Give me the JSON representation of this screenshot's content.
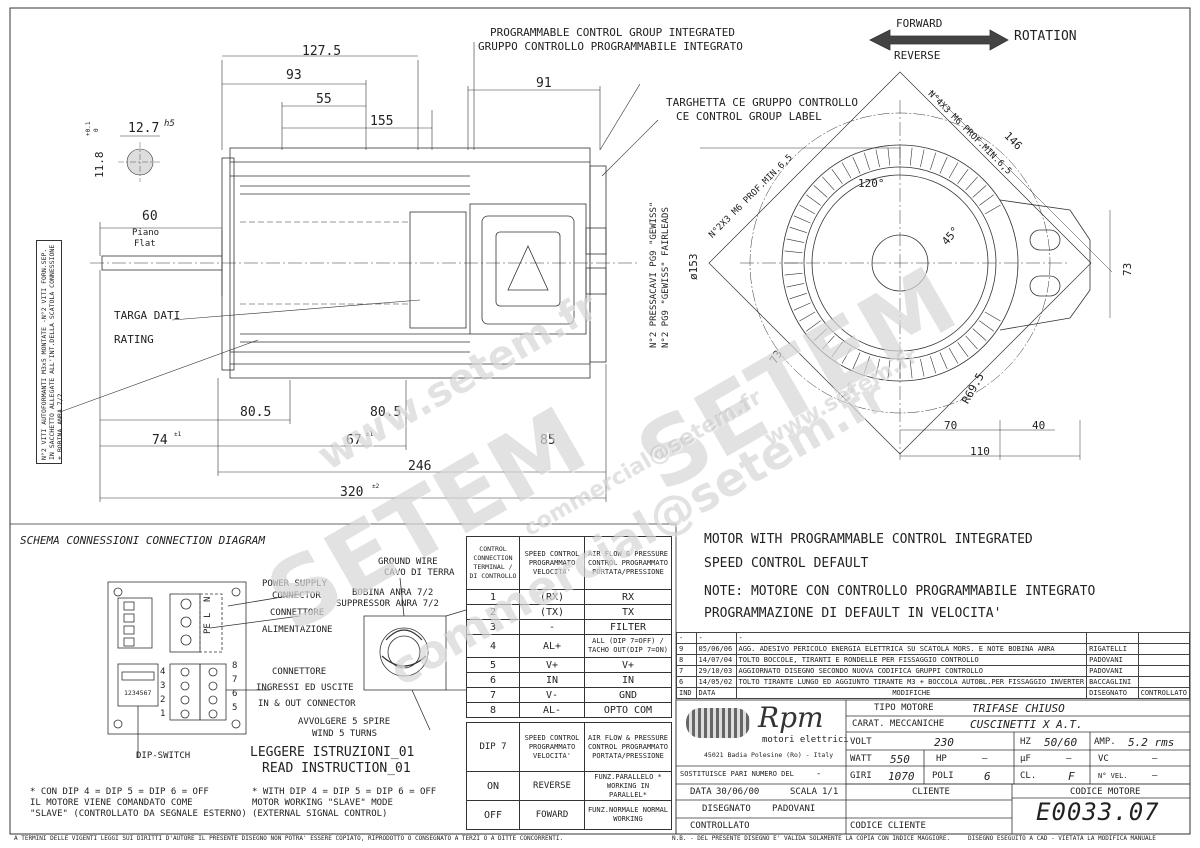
{
  "drawing": {
    "prog_group_en": "PROGRAMMABLE CONTROL GROUP INTEGRATED",
    "prog_group_it": "GRUPPO CONTROLLO PROGRAMMABILE INTEGRATO",
    "forward": "FORWARD",
    "reverse": "REVERSE",
    "rotation": "ROTATION",
    "label_it": "TARGHETTA CE GRUPPO CONTROLLO",
    "label_en": "CE CONTROL GROUP LABEL",
    "targa": "TARGA DATI",
    "rating": "RATING",
    "piano": "Piano",
    "flat": "Flat",
    "fairleads_it": "N°2 PRESSACAVI PG9 \"GEWISS\"",
    "fairleads_en": "N°2 PG9 \"GEWISS\" FAIRLEADS",
    "holes_top": "N°4X3 M6 PROF.MIN.6,5",
    "holes_left": "N°2X3 M6 PROF.MIN.6,5",
    "side_note": "N°2 VITI AUTOFORMANTI M3x5 MONTATE -N°2 VITI FORN.SEP. IN SACCHETTO ALLEGATE ALL'INT.DELLA SCATOLA CONNESSIONE + BOBINA ANRA 7/2",
    "dims": {
      "d127": "127.5",
      "d93": "93",
      "d55": "55",
      "d155": "155",
      "d91": "91",
      "d12": "12.7",
      "h5": "h5",
      "d118": "11.8",
      "tol_a": "+0.1",
      "tol_b": "0",
      "d60": "60",
      "d805a": "80.5",
      "d805b": "80.5",
      "d74": "74",
      "d67": "67",
      "d85": "85",
      "d246": "246",
      "d320": "320",
      "tol_p1": "±1",
      "tol_p2": "±1",
      "tol_p3": "±2",
      "d153": "ø153",
      "d120": "120°",
      "d45": "45°",
      "d146": "146",
      "d73v": "73",
      "d73d": "73",
      "d69": "R69.5",
      "d70": "70",
      "d40": "40",
      "d110": "110"
    }
  },
  "schema": {
    "title": "SCHEMA CONNESSIONI    CONNECTION DIAGRAM",
    "ground_en": "GROUND WIRE",
    "ground_it": "CAVO DI TERRA",
    "bobina": "BOBINA ANRA 7/2",
    "suppressor": "SUPPRESSOR ANRA 7/2",
    "power_en": "POWER SUPPLY",
    "power_en2": "CONNECTOR",
    "power_it": "CONNETTORE",
    "power_it2": "ALIMENTAZIONE",
    "in_it": "CONNETTORE",
    "in_it2": "INGRESSI ED USCITE",
    "in_en": "IN & OUT CONNECTOR",
    "avvolgere": "AVVOLGERE 5 SPIRE",
    "wind": "WIND 5 TURNS",
    "leggere": "LEGGERE ISTRUZIONI_01",
    "read": "READ INSTRUCTION_01",
    "dip_switch": "DIP-SWITCH",
    "dip_digits": "1234567",
    "pins_left": [
      "4",
      "3",
      "2",
      "1"
    ],
    "pins_right": [
      "8",
      "7",
      "6",
      "5"
    ],
    "pe_lines": [
      "N",
      "L",
      "PE"
    ],
    "note_it": [
      "* CON DIP 4 = DIP 5 = DIP 6 = OFF",
      "IL MOTORE VIENE COMANDATO COME",
      "\"SLAVE\" (CONTROLLATO DA SEGNALE ESTERNO)"
    ],
    "note_en": [
      "* WITH DIP 4 = DIP 5 = DIP 6 = OFF",
      "MOTOR WORKING \"SLAVE\" MODE",
      "(EXTERNAL SIGNAL CONTROL)"
    ]
  },
  "terminal_table": {
    "h1": "CONTROL CONNECTION TERMINAL / DI CONTROLLO",
    "h2": "SPEED CONTROL PROGRAMMATO VELOCITA'",
    "h3": "AIR FLOW & PRESSURE CONTROL PROGRAMMATO PORTATA/PRESSIONE",
    "rows": [
      [
        "1",
        "(RX)",
        "RX"
      ],
      [
        "2",
        "(TX)",
        "TX"
      ],
      [
        "3",
        "-",
        "FILTER"
      ],
      [
        "4",
        "AL+",
        "ALL (DIP 7=OFF) / TACHO OUT(DIP 7=ON)"
      ],
      [
        "5",
        "V+",
        "V+"
      ],
      [
        "6",
        "IN",
        "IN"
      ],
      [
        "7",
        "V-",
        "GND"
      ],
      [
        "8",
        "AL-",
        "OPTO COM"
      ]
    ]
  },
  "dip_table": {
    "h1": "DIP 7",
    "h2": "SPEED CONTROL PROGRAMMATO VELOCITA'",
    "h3": "AIR FLOW & PRESSURE CONTROL PROGRAMMATO PORTATA/PRESSIONE",
    "rows": [
      [
        "ON",
        "REVERSE",
        "FUNZ.PARALLELO * WORKING IN PARALLEL*"
      ],
      [
        "OFF",
        "FOWARD",
        "FUNZ.NORMALE NORMAL WORKING"
      ]
    ]
  },
  "notes": {
    "l1": "MOTOR WITH PROGRAMMABLE CONTROL INTEGRATED",
    "l2": "SPEED CONTROL DEFAULT",
    "l3": "NOTE: MOTORE CON CONTROLLO PROGRAMMABILE INTEGRATO",
    "l4": "PROGRAMMAZIONE DI DEFAULT IN VELOCITA'"
  },
  "revisions": {
    "rows": [
      [
        "-",
        "-",
        "-",
        "",
        ""
      ],
      [
        "9",
        "05/06/06",
        "AGG. ADESIVO PERICOLO ENERGIA ELETTRICA SU SCATOLA MORS. E NOTE BOBINA ANRA",
        "RIGATELLI",
        ""
      ],
      [
        "8",
        "14/07/04",
        "TOLTO BOCCOLE, TIRANTI E RONDELLE PER FISSAGGIO CONTROLLO",
        "PADOVANI",
        ""
      ],
      [
        "7",
        "29/10/03",
        "AGGIORNATO DISEGNO SECONDO NUOVA CODIFICA GRUPPI CONTROLLO",
        "PADOVANI",
        ""
      ],
      [
        "6",
        "14/05/02",
        "TOLTO TIRANTE LUNGO ED AGGIUNTO TIRANTE M3 + BOCCOLA AUTOBL.PER FISSAGGIO INVERTER",
        "BACCAGLINI",
        ""
      ]
    ],
    "header": [
      "IND",
      "DATA",
      "MODIFICHE",
      "DISEGNATO",
      "CONTROLLATO"
    ]
  },
  "title_block": {
    "brand": "Rpm",
    "brand_sub": "motori elettrici",
    "address": "45021 Badia Polesine (Ro) - Italy",
    "tipo_label": "TIPO MOTORE",
    "tipo": "TRIFASE CHIUSO",
    "carat_label": "CARAT. MECCANICHE",
    "carat": "CUSCINETTI X A.T.",
    "volt_label": "VOLT",
    "volt": "230",
    "hz_label": "HZ",
    "hz": "50/60",
    "amp_label": "AMP.",
    "amp": "5.2 rms",
    "watt_label": "WATT",
    "watt": "550",
    "hp_label": "HP",
    "hp": "—",
    "uf_label": "μF",
    "uf": "—",
    "vc_label": "VC",
    "vc": "—",
    "giri_label": "GIRI",
    "giri": "1070",
    "poli_label": "POLI",
    "poli": "6",
    "cl_label": "CL.",
    "cl": "F",
    "mvel_label": "N° VEL.",
    "mvel": "—",
    "sostituisce_label": "SOSTITUISCE PARI NUMERO DEL",
    "sostituisce": "-",
    "data_label": "DATA",
    "data": "30/06/00",
    "scala_label": "SCALA",
    "scala": "1/1",
    "cliente_label": "CLIENTE",
    "codice_motore_label": "CODICE MOTORE",
    "codice_motore": "E0033.07",
    "disegnato_label": "DISEGNATO",
    "disegnato": "PADOVANI",
    "controllato_label": "CONTROLLATO",
    "codice_cliente_label": "CODICE CLIENTE"
  },
  "footer": {
    "left": "A TERMINI DELLE VIGENTI LEGGI SUI DIRITTI D'AUTORE IL PRESENTE DISEGNO NON POTRA' ESSERE COPIATO, RIPRODOTTO O CONSEGNATO A TERZI O A DITTE CONCORRENTI.",
    "mid": "N.B. - DEL PRESENTE DISEGNO E' VALIDA SOLAMENTE LA COPIA CON INDICE MAGGIORE.",
    "right": "DISEGNO ESEGUITO A CAD - VIETATA LA MODIFICA MANUALE"
  },
  "watermark": {
    "a": "www.setem.fr",
    "b": "SETEM",
    "c": "commercial@setem.fr",
    "d": "SETEM",
    "e": "www.setem.fr",
    "f": "commercial@setem.fr"
  }
}
